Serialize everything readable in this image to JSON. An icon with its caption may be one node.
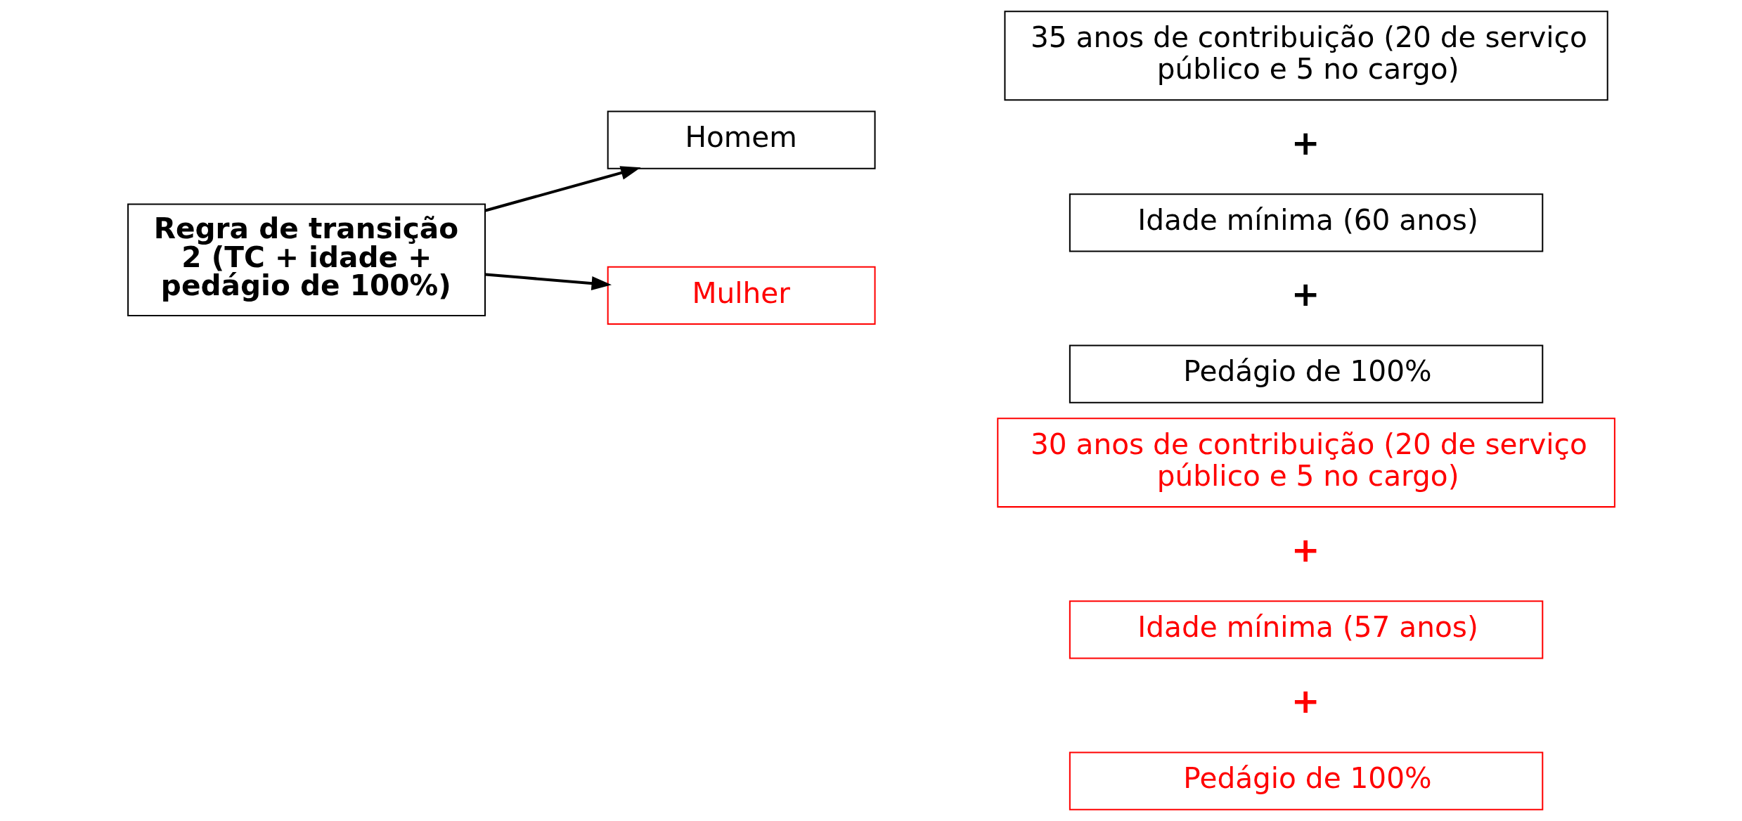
{
  "diagram": {
    "nodes": [
      {
        "text": [
          "Regra de transição 2 (TC + idade + pedágio de 100%)"
        ]
      },
      {
        "text": [
          "Homem"
        ]
      },
      {
        "text": [
          "Mulher"
        ]
      },
      {
        "text": [
          "35 anos de contribuição (20 de serviço público e 5 no cargo)"
        ]
      },
      {
        "text": [
          "Idade mínima (60 anos)"
        ]
      },
      {
        "text": [
          "Pedágio de 100%"
        ]
      },
      {
        "text": [
          "30 anos de contribuição (20 de serviço público e 5 no cargo)"
        ]
      },
      {
        "text": [
          "Idade mínima (57 anos)"
        ]
      },
      {
        "text": [
          "Pedágio de 100%"
        ]
      }
    ],
    "edges": [
      {
        "from": 0,
        "to": 1,
        "arrow": "to"
      },
      {
        "from": 0,
        "to": 2,
        "arrow": "to"
      }
    ],
    "labels": [
      "+",
      "+",
      "+",
      "+"
    ]
  }
}
